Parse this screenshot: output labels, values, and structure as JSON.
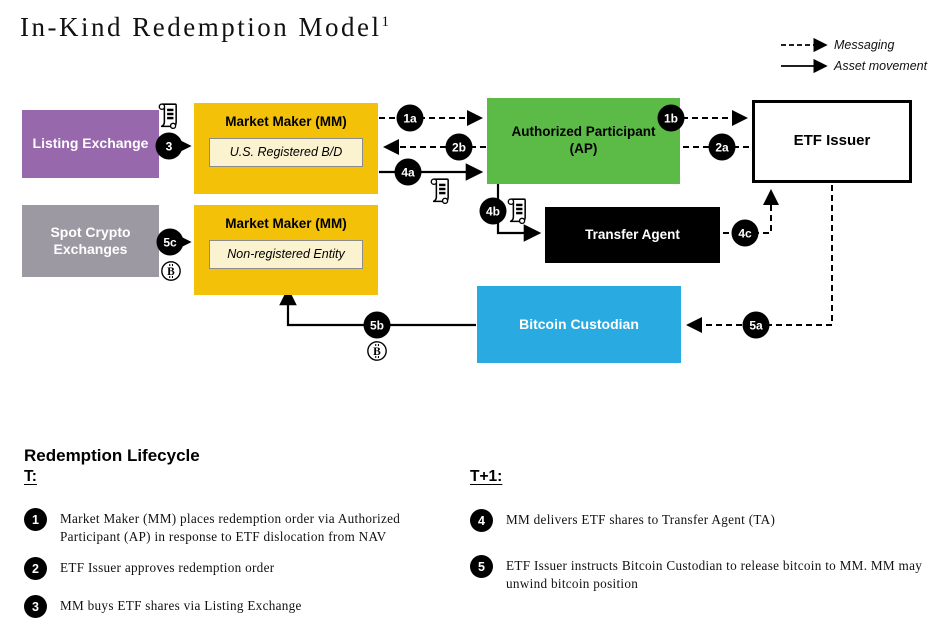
{
  "title": {
    "text": "In-Kind Redemption Model",
    "sup": "1"
  },
  "legend": {
    "messaging": "Messaging",
    "asset_movement": "Asset movement"
  },
  "nodes": {
    "listing_exchange": "Listing Exchange",
    "mm_top": {
      "title": "Market Maker (MM)",
      "subtitle": "U.S. Registered B/D"
    },
    "authorized_participant": "Authorized Participant (AP)",
    "etf_issuer": "ETF Issuer",
    "spot_crypto": "Spot Crypto Exchanges",
    "mm_bottom": {
      "title": "Market Maker (MM)",
      "subtitle": "Non-registered Entity"
    },
    "transfer_agent": "Transfer Agent",
    "bitcoin_custodian": "Bitcoin Custodian"
  },
  "flow_badges": {
    "f1a": "1a",
    "f1b": "1b",
    "f2a": "2a",
    "f2b": "2b",
    "f3": "3",
    "f4a": "4a",
    "f4b": "4b",
    "f4c": "4c",
    "f5a": "5a",
    "f5b": "5b",
    "f5c": "5c"
  },
  "lifecycle": {
    "heading": "Redemption Lifecycle",
    "t": {
      "label": "T:",
      "steps": [
        {
          "num": "1",
          "text": "Market Maker (MM) places redemption order via Authorized Participant (AP) in response to ETF dislocation from NAV"
        },
        {
          "num": "2",
          "text": "ETF Issuer approves redemption order"
        },
        {
          "num": "3",
          "text": "MM buys ETF shares via Listing Exchange"
        }
      ]
    },
    "t1": {
      "label": "T+1:",
      "steps": [
        {
          "num": "4",
          "text": "MM delivers ETF shares to Transfer Agent (TA)"
        },
        {
          "num": "5",
          "text": "ETF Issuer instructs Bitcoin Custodian to release bitcoin to MM. MM may unwind bitcoin position"
        }
      ]
    }
  },
  "colors": {
    "purple": "#9768AC",
    "yellow": "#F3C108",
    "cream": "#FBF2D0",
    "green": "#5CBA47",
    "gray": "#9D99A3",
    "blue": "#29ABE2",
    "black": "#000000"
  }
}
